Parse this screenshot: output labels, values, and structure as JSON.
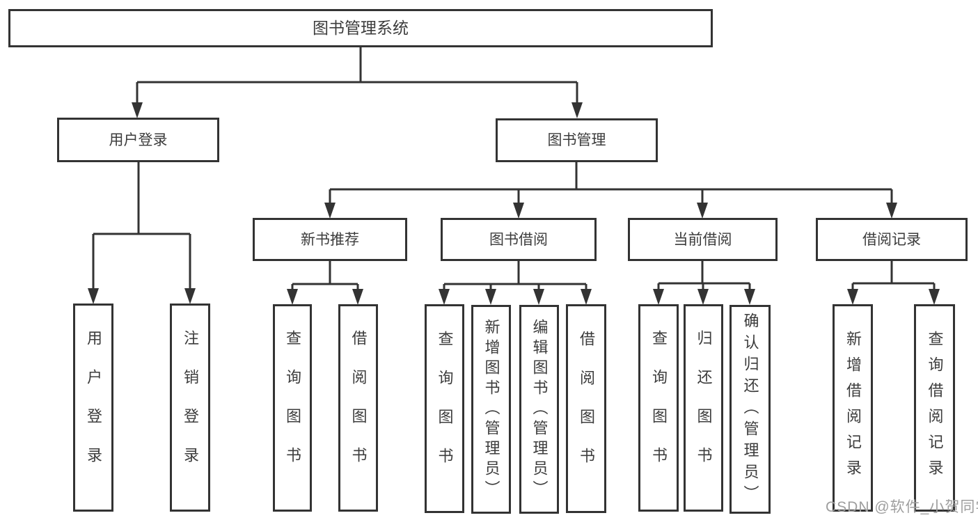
{
  "diagram": {
    "root": "图书管理系统",
    "branches": [
      {
        "label": "用户登录",
        "children": [
          "用户登录",
          "注销登录"
        ]
      },
      {
        "label": "图书管理",
        "children": [
          {
            "label": "新书推荐",
            "children": [
              "查询图书",
              "借阅图书"
            ]
          },
          {
            "label": "图书借阅",
            "children": [
              "查询图书",
              "新增图书（管理员）",
              "编辑图书（管理员）",
              "借阅图书"
            ]
          },
          {
            "label": "当前借阅",
            "children": [
              "查询图书",
              "归还图书",
              "确认归还（管理员）"
            ]
          },
          {
            "label": "借阅记录",
            "children": [
              "新增借阅记录",
              "查询借阅记录"
            ]
          }
        ]
      }
    ]
  },
  "watermark": "CSDN @软件_小贺同学",
  "colors": {
    "line": "#333333",
    "text": "#3c3c3c",
    "watermark": "#9e9e9e",
    "background": "#ffffff"
  }
}
